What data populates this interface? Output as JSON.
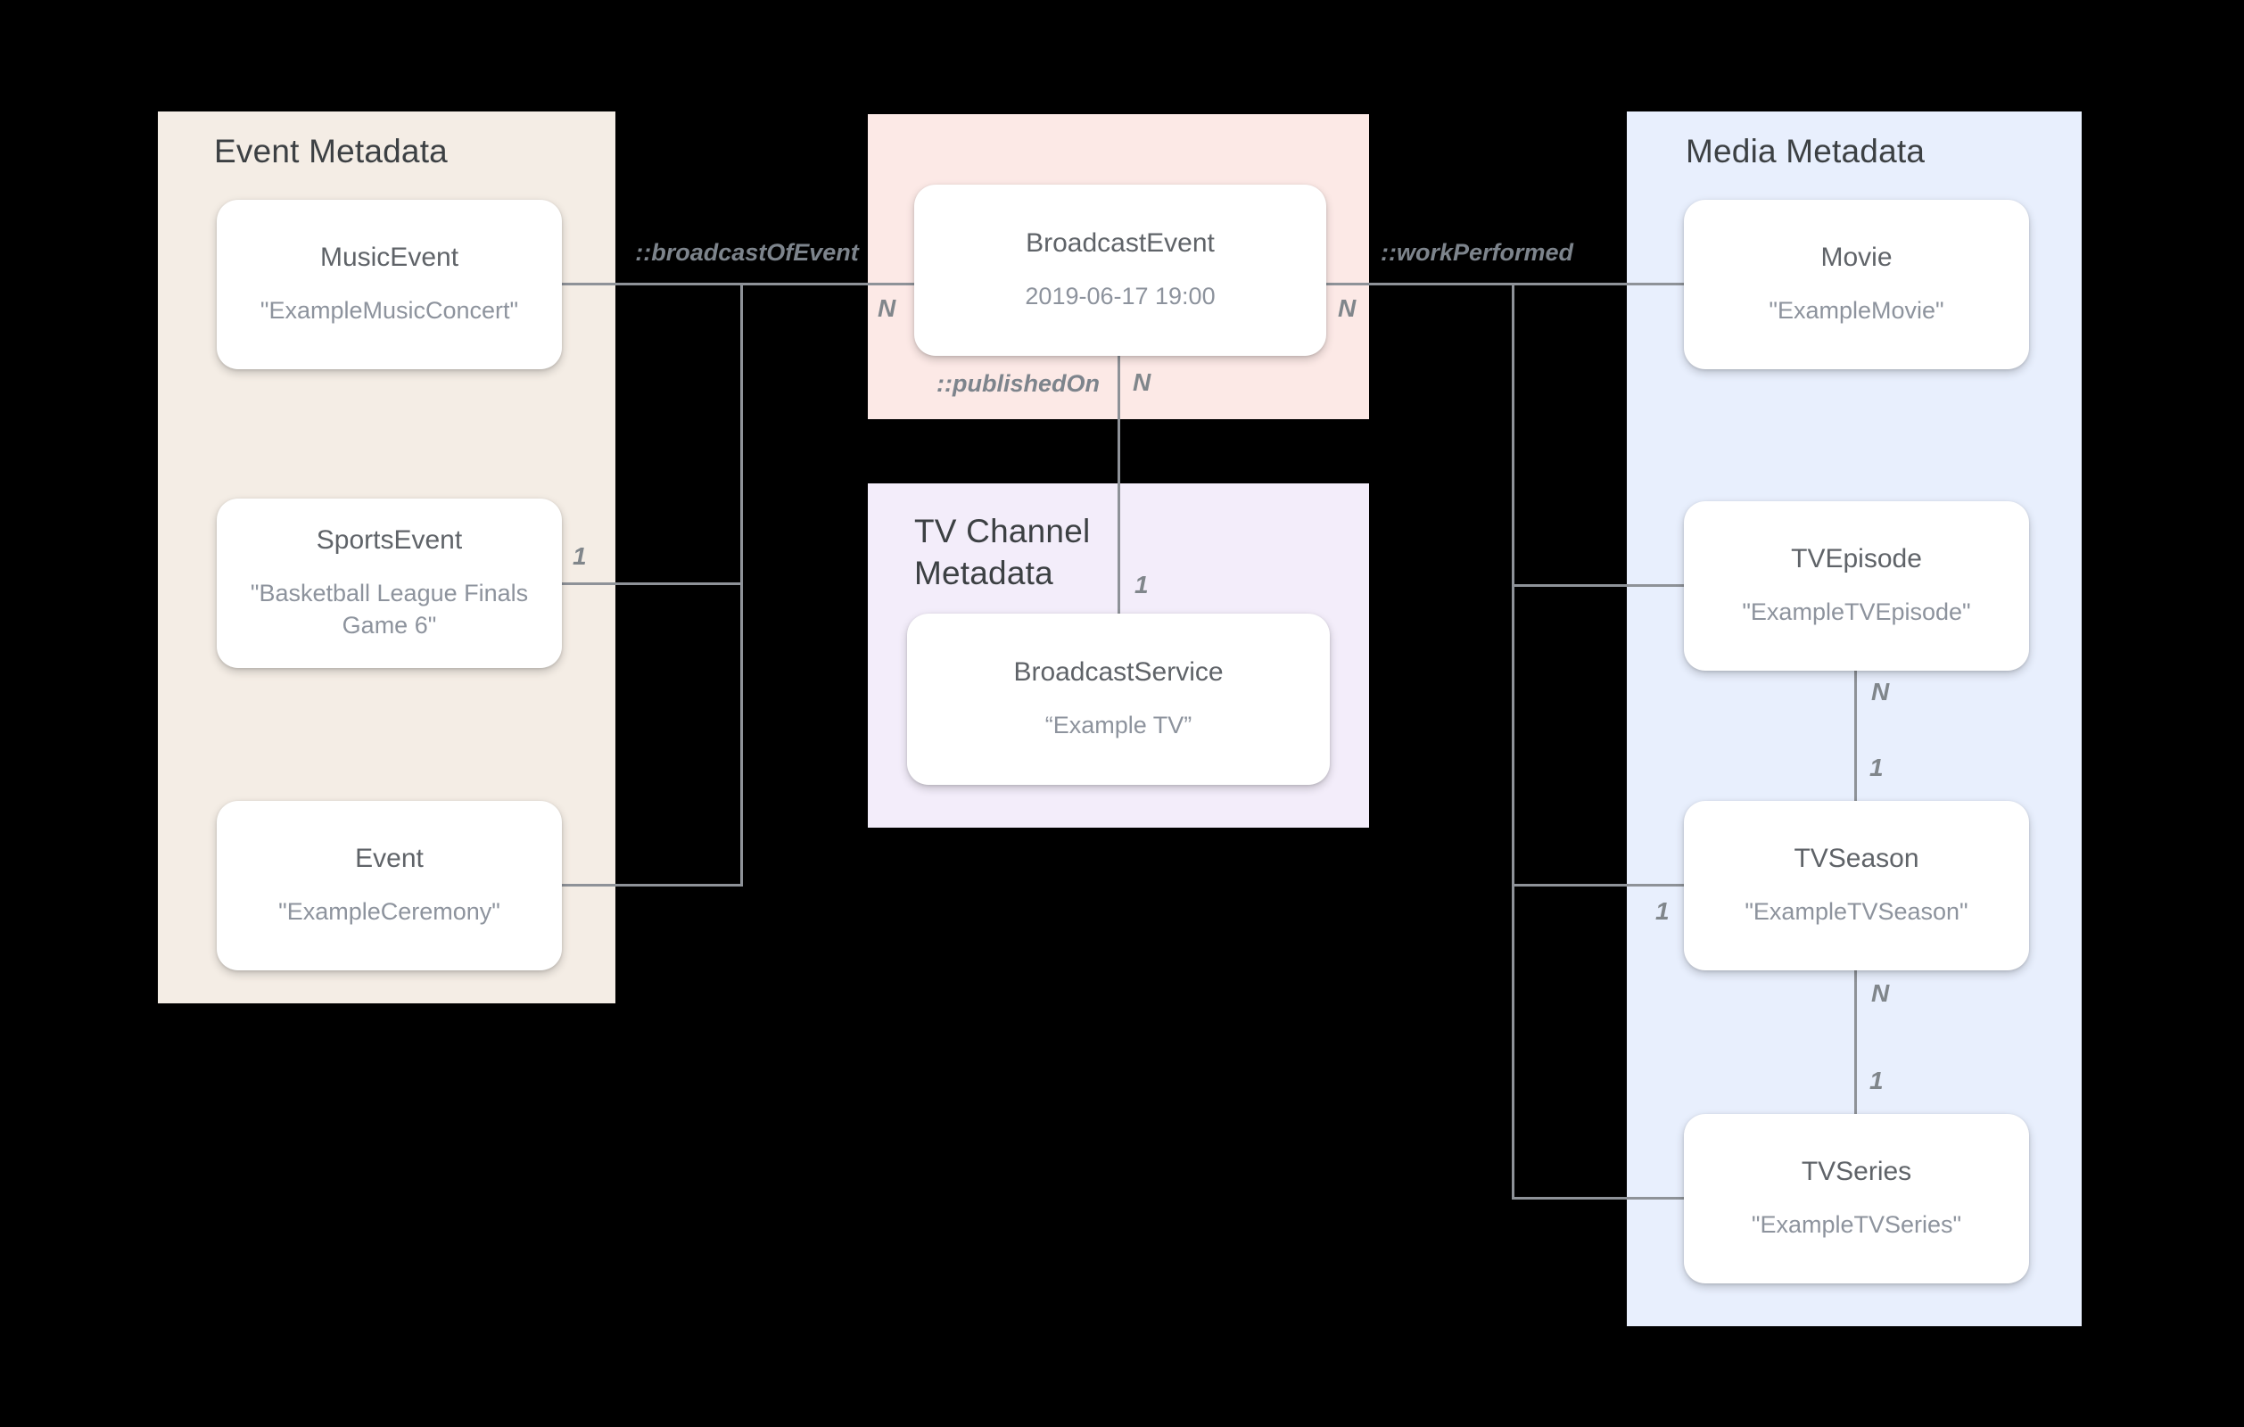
{
  "diagram": {
    "panels": {
      "event": {
        "title": "Event Metadata",
        "nodes": [
          {
            "title": "MusicEvent",
            "value": "\"ExampleMusicConcert\""
          },
          {
            "title": "SportsEvent",
            "value": "\"Basketball League Finals Game 6\""
          },
          {
            "title": "Event",
            "value": "\"ExampleCeremony\""
          }
        ]
      },
      "broadcast": {
        "nodes": [
          {
            "title": "BroadcastEvent",
            "value": "2019-06-17 19:00"
          }
        ]
      },
      "tv_channel": {
        "title": "TV Channel Metadata",
        "nodes": [
          {
            "title": "BroadcastService",
            "value": "“Example TV”"
          }
        ]
      },
      "media": {
        "title": "Media Metadata",
        "nodes": [
          {
            "title": "Movie",
            "value": "\"ExampleMovie\""
          },
          {
            "title": "TVEpisode",
            "value": "\"ExampleTVEpisode\""
          },
          {
            "title": "TVSeason",
            "value": "\"ExampleTVSeason\""
          },
          {
            "title": "TVSeries",
            "value": "\"ExampleTVSeries\""
          }
        ]
      }
    },
    "relations": {
      "broadcast_of_event": "::broadcastOfEvent",
      "work_performed": "::workPerformed",
      "published_on": "::publishedOn"
    },
    "cardinalities": {
      "event_to_broadcast_n": "N",
      "sports_event_1": "1",
      "broadcast_to_media_n": "N",
      "published_on_n": "N",
      "published_on_1": "1",
      "tvseason_1": "1",
      "episode_to_season_n": "N",
      "episode_to_season_1": "1",
      "season_to_series_n": "N",
      "season_to_series_1": "1"
    },
    "colors": {
      "background": "#000000",
      "event_panel": "#F4EDE5",
      "broadcast_panel": "#FCE9E6",
      "tv_channel_panel": "#F3EDFA",
      "media_panel": "#E8EFFD",
      "node_bg": "#FFFFFF",
      "line": "#8E9298",
      "panel_title_text": "#3C4043",
      "node_title_text": "#5F6368",
      "node_value_text": "#8D939D",
      "label_text": "#7D848C"
    }
  }
}
